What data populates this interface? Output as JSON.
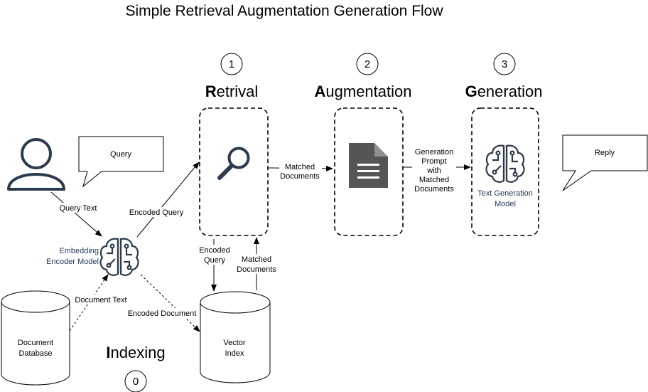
{
  "title": "Simple Retrieval Augmentation Generation Flow",
  "stages": {
    "retrieval": {
      "number": "1",
      "initial": "R",
      "rest": "etrival"
    },
    "augmentation": {
      "number": "2",
      "initial": "A",
      "rest": "ugmentation"
    },
    "generation": {
      "number": "3",
      "initial": "G",
      "rest": "eneration"
    },
    "indexing": {
      "number": "0",
      "initial": "I",
      "rest": "ndexing"
    }
  },
  "bubbles": {
    "query": "Query",
    "reply": "Reply"
  },
  "nodes": {
    "embedding_model": [
      "Embedding",
      "Encoder Model"
    ],
    "text_generation_model": [
      "Text Generation",
      "Model"
    ],
    "document_database": [
      "Document",
      "Database"
    ],
    "vector_index": [
      "Vector",
      "Index"
    ]
  },
  "edges": {
    "query_text": "Query Text",
    "encoded_query_to_retrieval": "Encoded Query",
    "matched_documents_to_augmentation": [
      "Matched",
      "Documents"
    ],
    "generation_prompt": [
      "Generation",
      "Prompt",
      "with",
      "Matched",
      "Documents"
    ],
    "encoded_query_to_index": [
      "Encoded",
      "Query"
    ],
    "matched_documents_from_index": [
      "Matched",
      "Documents"
    ],
    "document_text": "Document Text",
    "encoded_document": "Encoded Document"
  },
  "colors": {
    "icon_dark": "#2c3a4b",
    "label_blue": "#23395b",
    "doc_gray": "#555555"
  }
}
